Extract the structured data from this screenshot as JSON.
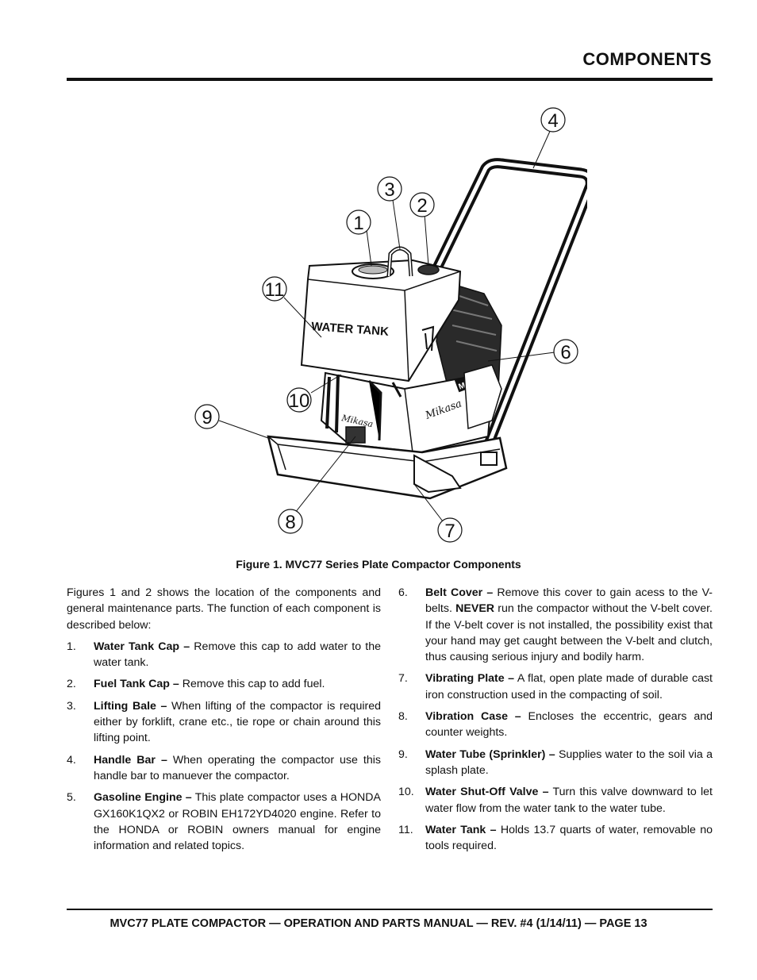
{
  "header": {
    "title": "COMPONENTS"
  },
  "figure": {
    "caption": "Figure 1. MVC77 Series Plate Compactor Components",
    "tank_label": "WATER TANK",
    "brand_script": "Mikasa",
    "brand_script_small": "Mikasa",
    "logo_text": "MQ",
    "callouts": [
      "1",
      "2",
      "3",
      "4",
      "6",
      "7",
      "8",
      "9",
      "10",
      "11"
    ]
  },
  "intro": "Figures 1 and 2 shows the location of the components and general maintenance parts.  The function of each component  is described below:",
  "items": [
    {
      "num": "1.",
      "term": "Water Tank Cap –",
      "desc": " Remove this cap to add water to the water tank."
    },
    {
      "num": "2.",
      "term": "Fuel Tank Cap –",
      "desc": " Remove this cap to add fuel."
    },
    {
      "num": "3.",
      "term": "Lifting Bale –",
      "desc": " When lifting of the compactor is required either by forklift, crane etc., tie rope or chain around this lifting point."
    },
    {
      "num": "4.",
      "term": "Handle Bar  –",
      "desc": " When operating the compactor use this handle bar  to manuever  the compactor."
    },
    {
      "num": "5.",
      "term": "Gasoline Engine –",
      "desc": " This plate compactor uses a HONDA GX160K1QX2 or ROBIN EH172YD4020 engine. Refer to the HONDA or ROBIN owners manual for  engine information and related topics."
    },
    {
      "num": "6.",
      "term": "Belt Cover –",
      "desc": " Remove this cover to gain acess to the V-belts.",
      "strong": " NEVER",
      "desc2": " run the compactor without the V-belt cover. If the V-belt cover is not installed, the possibility exist that your hand may get caught between the V-belt and clutch, thus causing serious injury and bodily harm."
    },
    {
      "num": "7.",
      "term": "Vibrating Plate –",
      "desc": " A flat, open plate made of durable cast iron construction used in the compacting of soil."
    },
    {
      "num": "8.",
      "term": "Vibration Case –",
      "desc": " Encloses the eccentric, gears and counter weights."
    },
    {
      "num": "9.",
      "term": "Water Tube (Sprinkler) –",
      "desc": " Supplies water to the soil via a splash plate."
    },
    {
      "num": "10.",
      "term": "Water Shut-Off Valve –",
      "desc": " Turn this valve downward to let water flow from the water tank to the water tube."
    },
    {
      "num": "11.",
      "term": "Water Tank –",
      "desc": " Holds 13.7 quarts of water, removable no tools required."
    }
  ],
  "footer": {
    "text": "MVC77 PLATE COMPACTOR  — OPERATION AND PARTS MANUAL —  REV. #4 (1/14/11) — PAGE 13"
  }
}
